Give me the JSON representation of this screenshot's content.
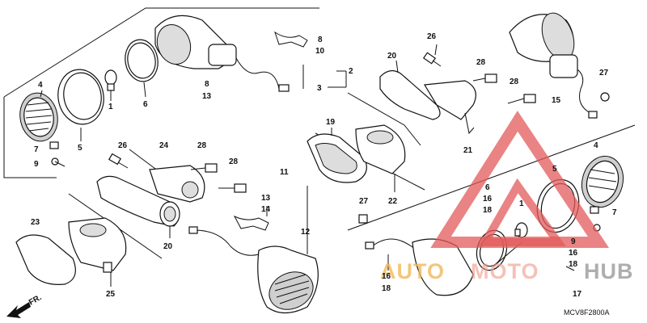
{
  "callouts": [
    {
      "id": "c4a",
      "text": "4"
    },
    {
      "id": "c5a",
      "text": "5"
    },
    {
      "id": "c1a",
      "text": "1"
    },
    {
      "id": "c6a",
      "text": "6"
    },
    {
      "id": "c7a",
      "text": "7"
    },
    {
      "id": "c9a",
      "text": "9"
    },
    {
      "id": "c8a",
      "text": "8"
    },
    {
      "id": "c10a",
      "text": "10"
    },
    {
      "id": "c2",
      "text": "2"
    },
    {
      "id": "c3",
      "text": "3"
    },
    {
      "id": "c8b",
      "text": "8"
    },
    {
      "id": "c13a",
      "text": "13"
    },
    {
      "id": "c26a",
      "text": "26"
    },
    {
      "id": "c20a",
      "text": "20"
    },
    {
      "id": "c28a",
      "text": "28"
    },
    {
      "id": "c28b",
      "text": "28"
    },
    {
      "id": "c21",
      "text": "21"
    },
    {
      "id": "c15",
      "text": "15"
    },
    {
      "id": "c27a",
      "text": "27"
    },
    {
      "id": "c19",
      "text": "19"
    },
    {
      "id": "c22",
      "text": "22"
    },
    {
      "id": "c26b",
      "text": "26"
    },
    {
      "id": "c24",
      "text": "24"
    },
    {
      "id": "c28c",
      "text": "28"
    },
    {
      "id": "c28d",
      "text": "28"
    },
    {
      "id": "c11",
      "text": "11"
    },
    {
      "id": "c13b",
      "text": "13"
    },
    {
      "id": "c14",
      "text": "14"
    },
    {
      "id": "c20b",
      "text": "20"
    },
    {
      "id": "c12",
      "text": "12"
    },
    {
      "id": "c23",
      "text": "23"
    },
    {
      "id": "c25",
      "text": "25"
    },
    {
      "id": "c27b",
      "text": "27"
    },
    {
      "id": "c16a",
      "text": "16"
    },
    {
      "id": "c18a",
      "text": "18"
    },
    {
      "id": "c6b",
      "text": "6"
    },
    {
      "id": "c16b",
      "text": "16"
    },
    {
      "id": "c18b",
      "text": "18"
    },
    {
      "id": "c1b",
      "text": "1"
    },
    {
      "id": "c5b",
      "text": "5"
    },
    {
      "id": "c4b",
      "text": "4"
    },
    {
      "id": "c7b",
      "text": "7"
    },
    {
      "id": "c9b",
      "text": "9"
    },
    {
      "id": "c16c",
      "text": "16"
    },
    {
      "id": "c18c",
      "text": "18"
    },
    {
      "id": "c17",
      "text": "17"
    }
  ],
  "front_arrow": "FR.",
  "diagram_code": "MCV8F2800A",
  "watermark": {
    "auto": "AUTO",
    "moto": "MOTO",
    "hub": "HUB"
  },
  "colors": {
    "line": "#111111",
    "watermark_red": "#e35a5a",
    "watermark_orange": "#f1b85c",
    "watermark_grey": "#9a9a9a"
  }
}
